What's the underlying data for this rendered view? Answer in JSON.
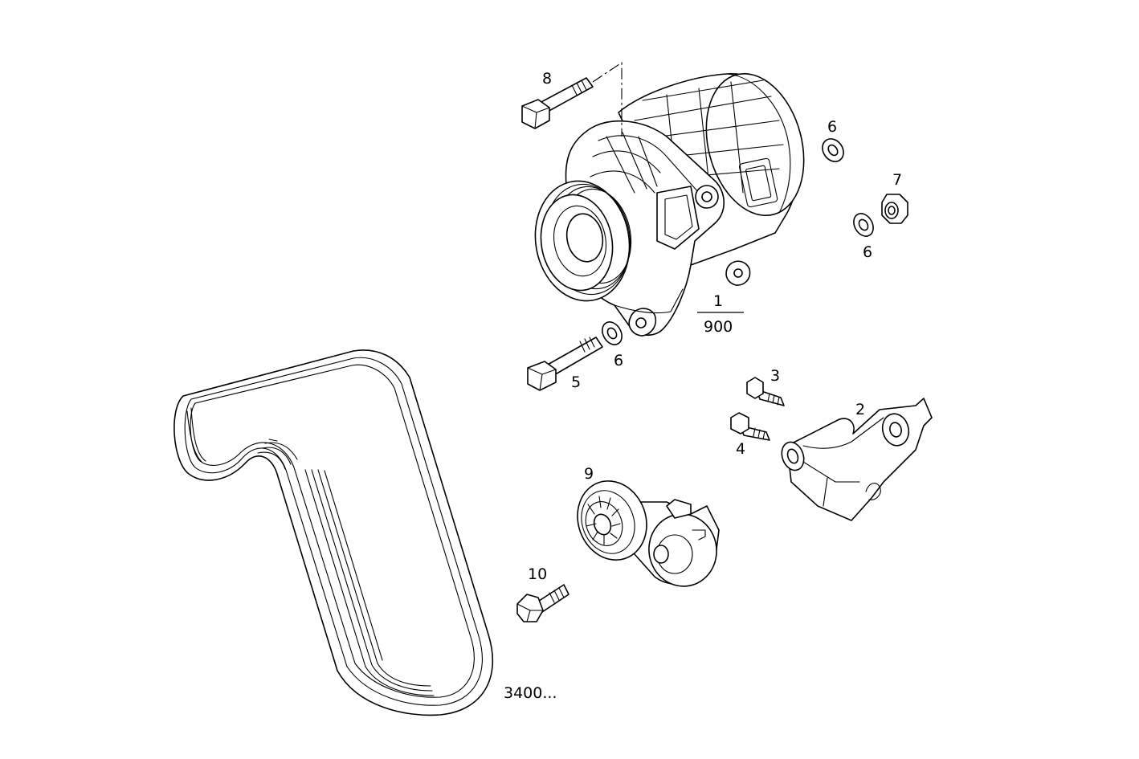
{
  "diagram": {
    "callouts": {
      "alternator": "1",
      "alternator_ref": "900",
      "bracket": "2",
      "bracket_screw_a": "3",
      "bracket_screw_b": "4",
      "lower_bolt": "5",
      "washer_upper": "6",
      "washer_lower_right": "6",
      "washer_lower_left": "6",
      "nut": "7",
      "upper_bolt": "8",
      "tensioner": "9",
      "tensioner_bolt": "10",
      "belt_ref": "3400..."
    }
  }
}
